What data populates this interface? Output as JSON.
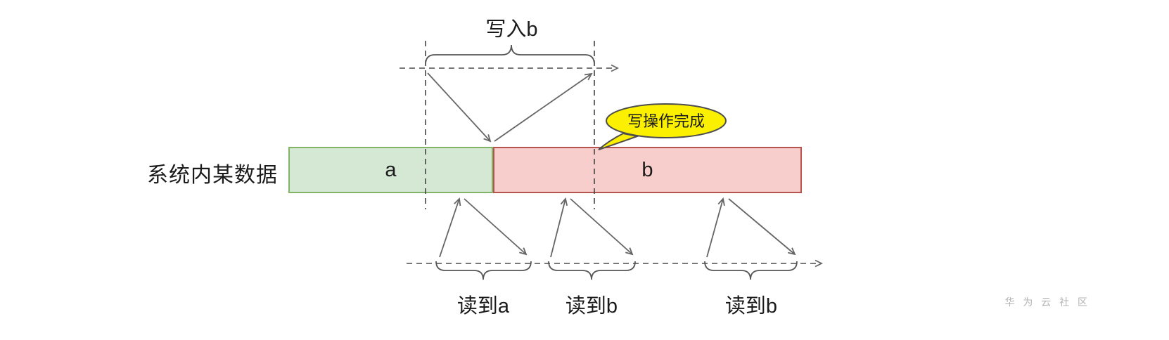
{
  "diagram": {
    "left_label": "系统内某数据",
    "bar": {
      "segment_a": "a",
      "segment_b": "b"
    },
    "write_brace_label": "写入b",
    "callout_label": "写操作完成",
    "read_labels": [
      "读到a",
      "读到b",
      "读到b"
    ],
    "watermark": "华 为 云 社 区",
    "colors": {
      "green_fill": "#d5e8d4",
      "green_stroke": "#82b366",
      "red_fill": "#f8cecc",
      "red_stroke": "#b85450",
      "callout_fill": "#fcf001",
      "callout_stroke": "#4d4d4d",
      "arrow": "#666666"
    }
  }
}
